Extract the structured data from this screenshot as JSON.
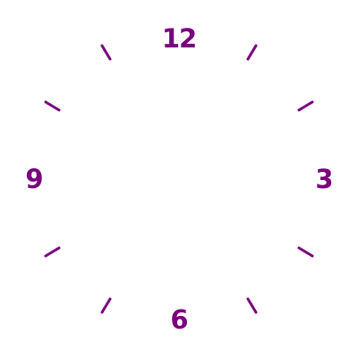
{
  "clock": {
    "color": "#78007d",
    "numerals": {
      "twelve": "12",
      "three": "3",
      "six": "6",
      "nine": "9"
    }
  }
}
